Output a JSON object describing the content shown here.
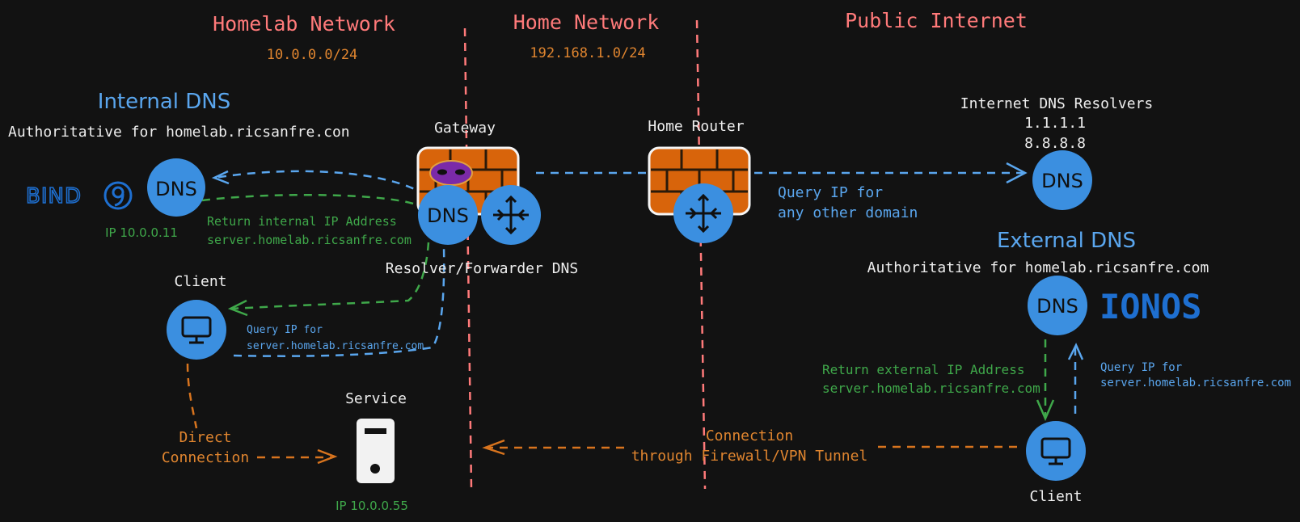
{
  "zones": {
    "homelab": {
      "title": "Homelab Network",
      "subnet": "10.0.0.0/24"
    },
    "home": {
      "title": "Home Network",
      "subnet": "192.168.1.0/24"
    },
    "public": {
      "title": "Public Internet"
    }
  },
  "internal_dns": {
    "title": "Internal DNS",
    "subtitle": "Authoritative for homelab.ricsanfre.con",
    "node_label": "DNS",
    "logo_text": "BIND",
    "ip": "IP 10.0.0.11"
  },
  "gateway": {
    "title": "Gateway",
    "dns_label": "DNS",
    "caption": "Resolver/Forwarder DNS"
  },
  "home_router": {
    "title": "Home Router"
  },
  "internet_resolvers": {
    "title": "Internet DNS Resolvers",
    "ip1": "1.1.1.1",
    "ip2": "8.8.8.8",
    "node_label": "DNS"
  },
  "external_dns": {
    "title": "External DNS",
    "subtitle": "Authoritative for homelab.ricsanfre.com",
    "node_label": "DNS",
    "logo_text": "IONOS"
  },
  "internal_client": {
    "title": "Client"
  },
  "external_client": {
    "title": "Client"
  },
  "service": {
    "title": "Service",
    "ip": "IP 10.0.0.55"
  },
  "annotations": {
    "return_internal_1": "Return internal IP Address",
    "return_internal_2": "server.homelab.ricsanfre.com",
    "query_internal_1": "Query IP for",
    "query_internal_2": "server.homelab.ricsanfre.com",
    "query_other_1": "Query IP for",
    "query_other_2": "any other domain",
    "direct_1": "Direct",
    "direct_2": "Connection",
    "return_external_1": "Return external IP Address",
    "return_external_2": "server.homelab.ricsanfre.com",
    "query_external_1": "Query IP for",
    "query_external_2": "server.homelab.ricsanfre.com",
    "connection_1": "Connection",
    "connection_2": "through Firewall/VPN Tunnel"
  },
  "colors": {
    "background": "#121212",
    "zone_title": "#ff7a7a",
    "subnet": "#e0852f",
    "dns_node": "#3b8fe0",
    "firewall": "#d8640b",
    "blue_flow": "#5aa6ee",
    "green_flow": "#3fa84a",
    "orange_flow": "#d8741e"
  },
  "icons": [
    "firewall-icon",
    "router-icon",
    "monitor-icon",
    "server-icon",
    "mask-icon",
    "bind-logo",
    "ionos-logo"
  ]
}
